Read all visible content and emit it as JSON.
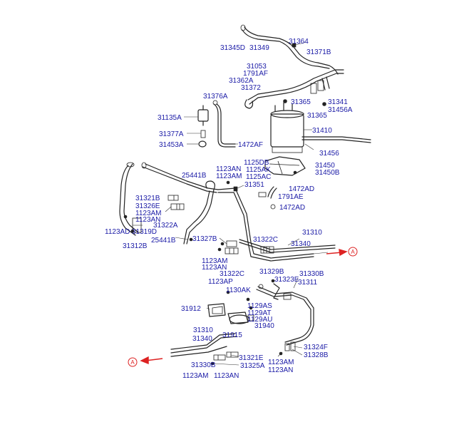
{
  "labels": [
    {
      "id": "31364",
      "text": "31364"
    },
    {
      "id": "31345d",
      "text": "31345D"
    },
    {
      "id": "31349",
      "text": "31349"
    },
    {
      "id": "31371b",
      "text": "31371B"
    },
    {
      "id": "31053",
      "text": "31053"
    },
    {
      "id": "1791af",
      "text": "1791AF"
    },
    {
      "id": "31362a",
      "text": "31362A"
    },
    {
      "id": "31372",
      "text": "31372"
    },
    {
      "id": "31341",
      "text": "31341"
    },
    {
      "id": "31456a",
      "text": "31456A"
    },
    {
      "id": "31376a",
      "text": "31376A"
    },
    {
      "id": "31365a",
      "text": "31365"
    },
    {
      "id": "31365b",
      "text": "31365"
    },
    {
      "id": "31135a",
      "text": "31135A"
    },
    {
      "id": "31410",
      "text": "31410"
    },
    {
      "id": "31377a",
      "text": "31377A"
    },
    {
      "id": "31453a",
      "text": "31453A"
    },
    {
      "id": "1472af",
      "text": "1472AF"
    },
    {
      "id": "31456",
      "text": "31456"
    },
    {
      "id": "1125db",
      "text": "1125DB"
    },
    {
      "id": "1125ak",
      "text": "1125AK"
    },
    {
      "id": "1125ac",
      "text": "1125AC"
    },
    {
      "id": "31450",
      "text": "31450"
    },
    {
      "id": "31450b",
      "text": "31450B"
    },
    {
      "id": "1123an1",
      "text": "1123AN"
    },
    {
      "id": "1123am1",
      "text": "1123AM"
    },
    {
      "id": "25441b1",
      "text": "25441B"
    },
    {
      "id": "31351",
      "text": "31351"
    },
    {
      "id": "1472ad1",
      "text": "1472AD"
    },
    {
      "id": "1791ae",
      "text": "1791AE"
    },
    {
      "id": "1472ad2",
      "text": "1472AD"
    },
    {
      "id": "31321b",
      "text": "31321B"
    },
    {
      "id": "31326e",
      "text": "31326E"
    },
    {
      "id": "1123am2",
      "text": "1123AM"
    },
    {
      "id": "1123an2",
      "text": "1123AN"
    },
    {
      "id": "1123ad",
      "text": "1123AD"
    },
    {
      "id": "31319d",
      "text": "31319D"
    },
    {
      "id": "31322a",
      "text": "31322A"
    },
    {
      "id": "25441b2",
      "text": "25441B"
    },
    {
      "id": "31312b",
      "text": "31312B"
    },
    {
      "id": "31327b",
      "text": "31327B"
    },
    {
      "id": "31310a",
      "text": "31310"
    },
    {
      "id": "31322c1",
      "text": "31322C"
    },
    {
      "id": "31340a",
      "text": "31340"
    },
    {
      "id": "1123am3",
      "text": "1123AM"
    },
    {
      "id": "1123an3",
      "text": "1123AN"
    },
    {
      "id": "31322c2",
      "text": "31322C"
    },
    {
      "id": "31329b",
      "text": "31329B"
    },
    {
      "id": "31330b1",
      "text": "31330B"
    },
    {
      "id": "1123ap",
      "text": "1123AP"
    },
    {
      "id": "31323e",
      "text": "31323E"
    },
    {
      "id": "31311",
      "text": "31311"
    },
    {
      "id": "1130ak",
      "text": "1130AK"
    },
    {
      "id": "31912",
      "text": "31912"
    },
    {
      "id": "1129as",
      "text": "1129AS"
    },
    {
      "id": "1129at",
      "text": "1129AT"
    },
    {
      "id": "1129au",
      "text": "1129AU"
    },
    {
      "id": "31940",
      "text": "31940"
    },
    {
      "id": "31310b",
      "text": "31310"
    },
    {
      "id": "31915",
      "text": "31915"
    },
    {
      "id": "31340b",
      "text": "31340"
    },
    {
      "id": "31324f",
      "text": "31324F"
    },
    {
      "id": "31328b",
      "text": "31328B"
    },
    {
      "id": "31321e",
      "text": "31321E"
    },
    {
      "id": "31330b2",
      "text": "31330B"
    },
    {
      "id": "31325a",
      "text": "31325A"
    },
    {
      "id": "1123am4",
      "text": "1123AM"
    },
    {
      "id": "1123an4",
      "text": "1123AN"
    },
    {
      "id": "1123am5",
      "text": "1123AM"
    },
    {
      "id": "1123an5",
      "text": "1123AN"
    }
  ],
  "references": [
    {
      "id": "ref-right",
      "text": "A"
    },
    {
      "id": "ref-left",
      "text": "A"
    }
  ],
  "colors": {
    "label": "#1a1aa6",
    "reference": "#dd2222",
    "line": "#222222"
  }
}
